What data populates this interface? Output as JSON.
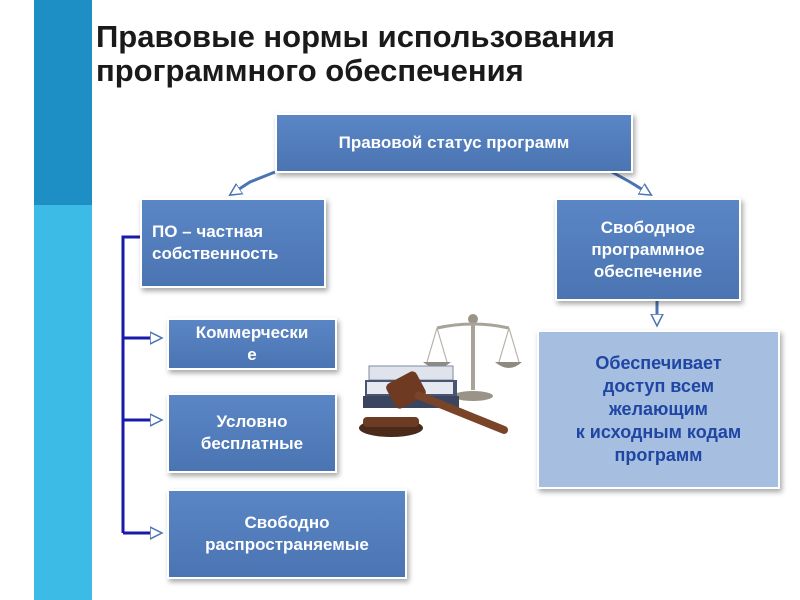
{
  "title": {
    "line1": "Правовые нормы использования",
    "line2": "программного обеспечения"
  },
  "nodes": {
    "root": "Правовой статус программ",
    "proprietary": "ПО – частная\nсобственность",
    "free_software": "Свободное\nпрограммное\nобеспечение",
    "commercial": "Коммерчески\nе",
    "shareware": "Условно\nбесплатные",
    "freeware": "Свободно\nраспространяемые",
    "free_software_note": "Обеспечивает\nдоступ всем\nжелающим\nк исходным кодам\nпрограмм"
  },
  "colors": {
    "box_fill": "#4f7ab9",
    "note_fill": "#a6bedf",
    "note_text": "#1f46a3",
    "connector": "#1a1aa8",
    "accent_top": "#1e8fc4",
    "accent_bottom": "#3dbbe7"
  },
  "picture": {
    "icon": "scales-of-justice-and-gavel-icon"
  }
}
